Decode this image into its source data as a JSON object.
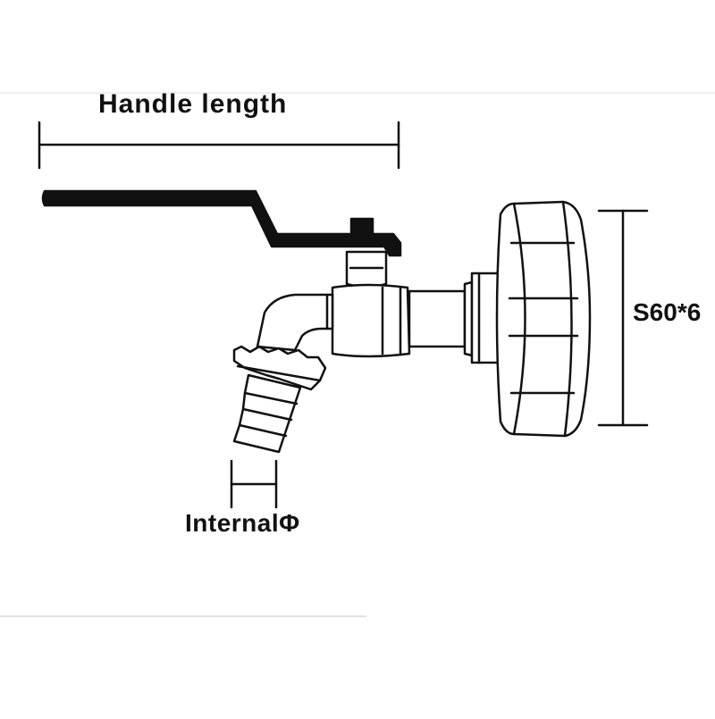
{
  "labels": {
    "handle_length": "Handle length",
    "thread_size": "S60*6",
    "internal_diameter": "InternalΦ"
  },
  "colors": {
    "line": "#111111",
    "background": "#ffffff",
    "divider": "#dde3e8"
  }
}
